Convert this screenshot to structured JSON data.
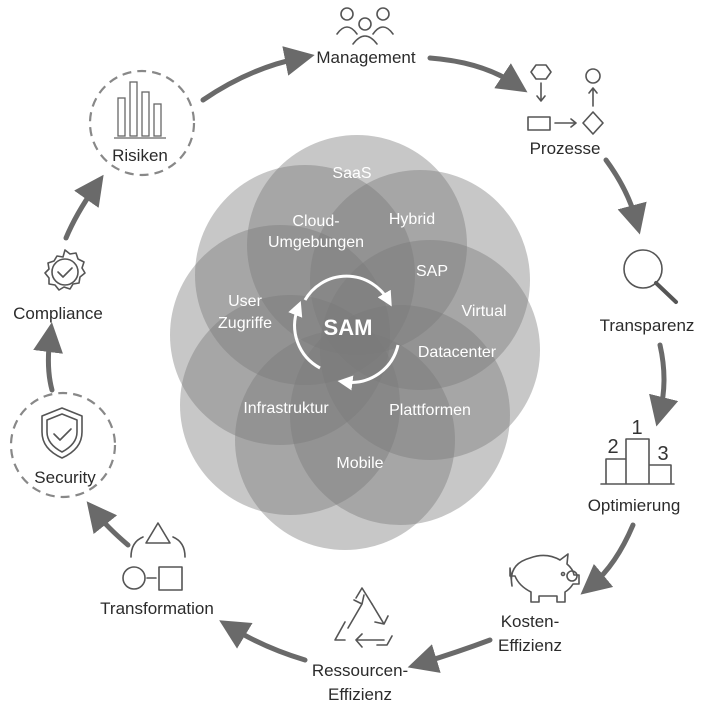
{
  "center": {
    "label": "SAM"
  },
  "petals": {
    "saas": "SaaS",
    "cloud_1": "Cloud-",
    "cloud_2": "Umgebungen",
    "hybrid": "Hybrid",
    "sap": "SAP",
    "virtual": "Virtual",
    "datacenter": "Datacenter",
    "plattformen": "Plattformen",
    "mobile": "Mobile",
    "infrastruktur": "Infrastruktur",
    "user_1": "User",
    "user_2": "Zugriffe"
  },
  "cycle": {
    "management": "Management",
    "prozesse": "Prozesse",
    "transparenz": "Transparenz",
    "optimierung": "Optimierung",
    "podium_1": "1",
    "podium_2": "2",
    "podium_3": "3",
    "kosten_1": "Kosten-",
    "kosten_2": "Effizienz",
    "ressourcen_1": "Ressourcen-",
    "ressourcen_2": "Effizienz",
    "transformation": "Transformation",
    "security": "Security",
    "compliance": "Compliance",
    "risiken": "Risiken"
  },
  "colors": {
    "petal": "#7a7a7a",
    "arrow": "#6a6a6a",
    "text": "#2b2b2b"
  }
}
